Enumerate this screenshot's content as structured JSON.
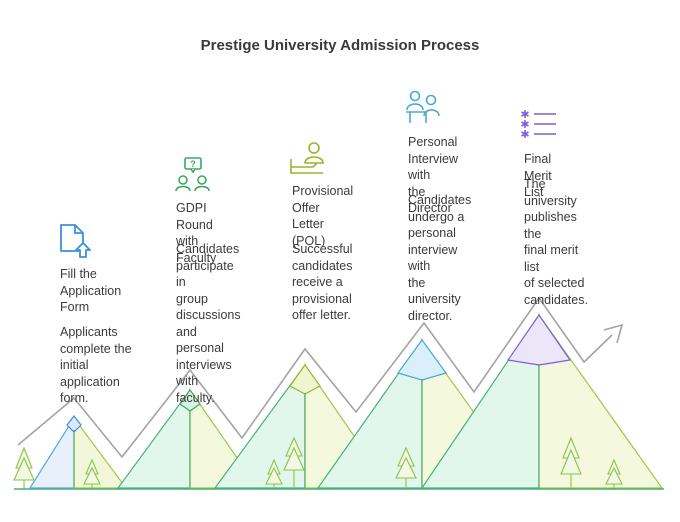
{
  "title": "Prestige University Admission Process",
  "colors": {
    "step1": "#3d8fe0",
    "step2": "#3aa860",
    "step3": "#9ab42e",
    "step4": "#47a8d6",
    "step5": "#7b5fd6",
    "outline": "#9a9a9a",
    "tree": "#8bc34a"
  },
  "steps": [
    {
      "icon": "upload-document-icon",
      "heading": "Fill the\nApplication\nForm",
      "description": "Applicants\ncomplete the\ninitial application\nform."
    },
    {
      "icon": "group-discussion-icon",
      "heading": "GDPI Round\nwith Faculty",
      "description": "Candidates\nparticipate in\ngroup\ndiscussions\nand personal\ninterviews with\nfaculty."
    },
    {
      "icon": "offer-letter-icon",
      "heading": "Provisional\nOffer Letter\n(POL)",
      "description": "Successful\ncandidates\nreceive a\nprovisional\noffer letter."
    },
    {
      "icon": "interview-icon",
      "heading": "Personal\nInterview with\nthe Director",
      "description": "Candidates\nundergo a\npersonal\ninterview with\nthe university\ndirector."
    },
    {
      "icon": "ranked-list-icon",
      "heading": "Final Merit List",
      "description": "The university\npublishes the\nfinal merit list\nof selected\ncandidates."
    }
  ]
}
